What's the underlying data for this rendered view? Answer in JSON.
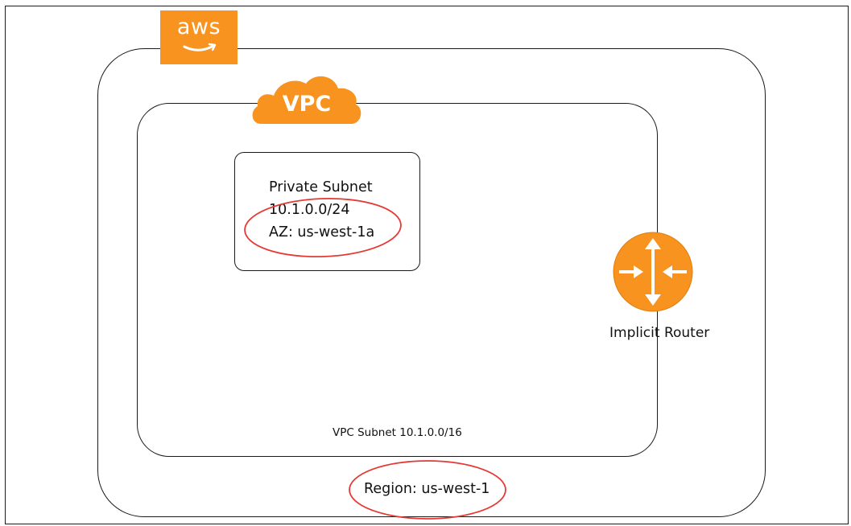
{
  "logo": {
    "text": "aws",
    "color": "#f7931e"
  },
  "vpc": {
    "badge_text": "VPC",
    "badge_color": "#f7931e",
    "subnet_label": "VPC Subnet 10.1.0.0/16"
  },
  "subnet": {
    "title": "Private Subnet",
    "cidr": "10.1.0.0/24",
    "az": "AZ: us-west-1a"
  },
  "router": {
    "label": "Implicit Router",
    "icon": "router-icon",
    "color": "#f7931e"
  },
  "region": {
    "label": "Region: us-west-1"
  },
  "highlight_color": "#e53935"
}
